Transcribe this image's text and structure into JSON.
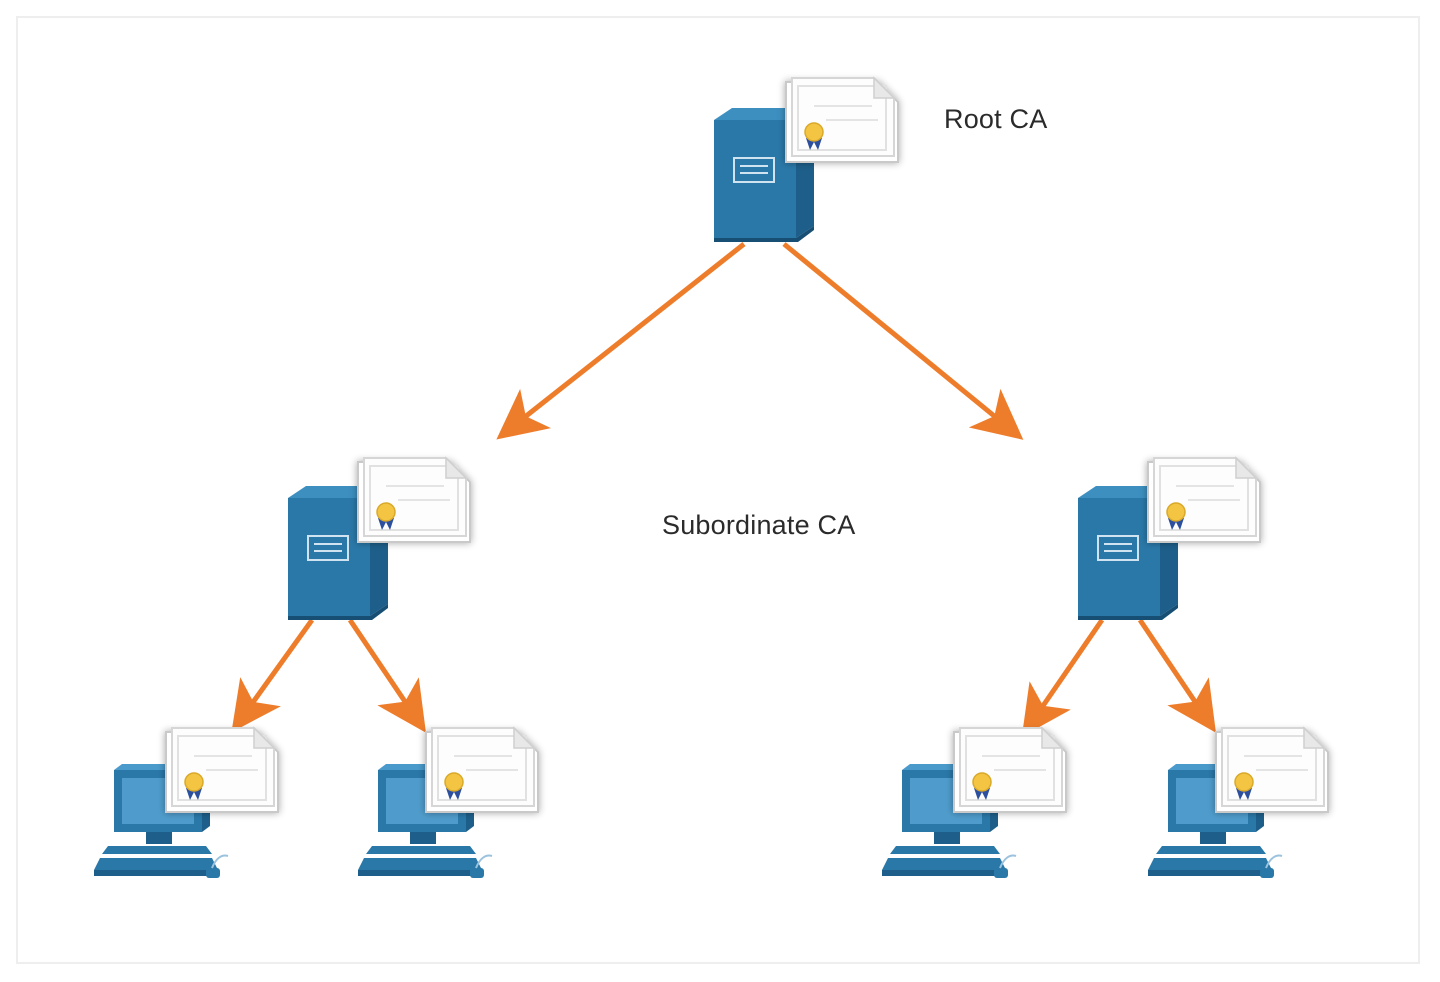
{
  "labels": {
    "root": "Root CA",
    "subordinate": "Subordinate CA"
  },
  "colors": {
    "device_blue": "#2a78a8",
    "device_dark": "#1d5f8a",
    "device_top": "#3d8fc0",
    "arrow_orange": "#ee7d2b",
    "cert_seal": "#f4c542",
    "cert_ribbon": "#2c4f9e"
  },
  "nodes": [
    {
      "id": "root-ca",
      "kind": "server",
      "icon": "server-icon",
      "has_certificate": true
    },
    {
      "id": "subordinate-ca-left",
      "kind": "server",
      "icon": "server-icon",
      "has_certificate": true
    },
    {
      "id": "subordinate-ca-right",
      "kind": "server",
      "icon": "server-icon",
      "has_certificate": true
    },
    {
      "id": "client-1",
      "kind": "workstation",
      "icon": "computer-icon",
      "has_certificate": true
    },
    {
      "id": "client-2",
      "kind": "workstation",
      "icon": "computer-icon",
      "has_certificate": true
    },
    {
      "id": "client-3",
      "kind": "workstation",
      "icon": "computer-icon",
      "has_certificate": true
    },
    {
      "id": "client-4",
      "kind": "workstation",
      "icon": "computer-icon",
      "has_certificate": true
    }
  ],
  "edges": [
    {
      "from": "root-ca",
      "to": "subordinate-ca-left"
    },
    {
      "from": "root-ca",
      "to": "subordinate-ca-right"
    },
    {
      "from": "subordinate-ca-left",
      "to": "client-1"
    },
    {
      "from": "subordinate-ca-left",
      "to": "client-2"
    },
    {
      "from": "subordinate-ca-right",
      "to": "client-3"
    },
    {
      "from": "subordinate-ca-right",
      "to": "client-4"
    }
  ]
}
